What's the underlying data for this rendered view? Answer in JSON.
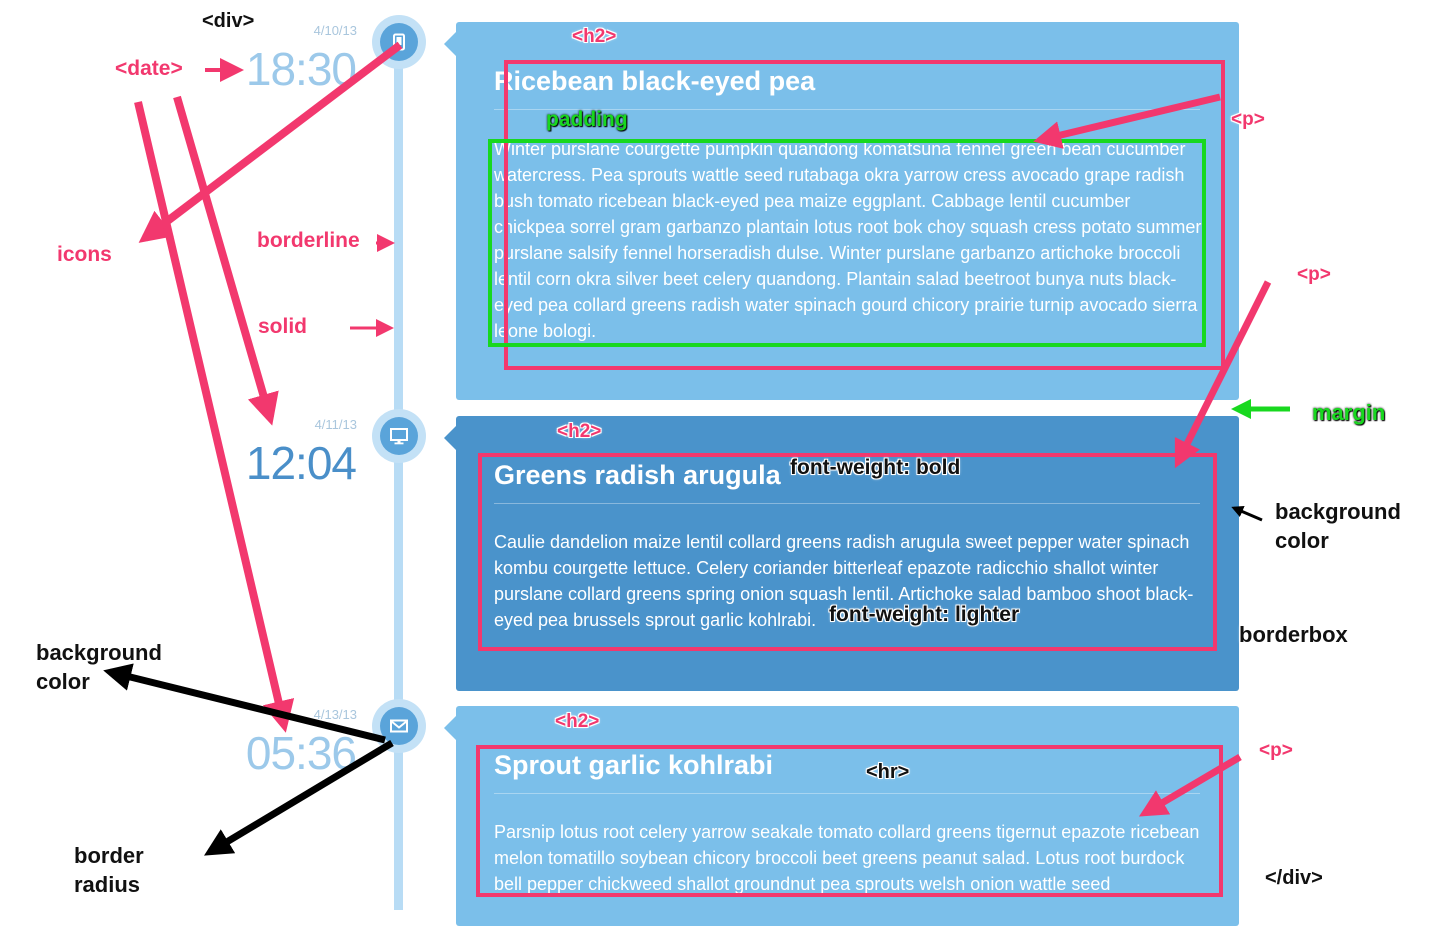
{
  "timeline": [
    {
      "date": "4/10/13",
      "time": "18:30",
      "time_color": "#9cc9ea",
      "icon": "tablet-icon",
      "card_style": "light",
      "title": "Ricebean black-eyed pea",
      "body": "Winter purslane courgette pumpkin quandong komatsuna fennel green bean cucumber watercress. Pea sprouts wattle seed rutabaga okra yarrow cress avocado grape radish bush tomato ricebean black-eyed pea maize eggplant. Cabbage lentil cucumber chickpea sorrel gram garbanzo plantain lotus root bok choy squash cress potato summer purslane salsify fennel horseradish dulse. Winter purslane garbanzo artichoke broccoli lentil corn okra silver beet celery quandong. Plantain salad beetroot bunya nuts black-eyed pea collard greens radish water spinach gourd chicory prairie turnip avocado sierra leone bologi."
    },
    {
      "date": "4/11/13",
      "time": "12:04",
      "time_color": "#4a8fc9",
      "icon": "monitor-icon",
      "card_style": "dark",
      "title": "Greens radish arugula",
      "body": "Caulie dandelion maize lentil collard greens radish arugula sweet pepper water spinach kombu courgette lettuce. Celery coriander bitterleaf epazote radicchio shallot winter purslane collard greens spring onion squash lentil. Artichoke salad bamboo shoot black-eyed pea brussels sprout garlic kohlrabi."
    },
    {
      "date": "4/13/13",
      "time": "05:36",
      "time_color": "#9cc9ea",
      "icon": "envelope-icon",
      "card_style": "light",
      "title": "Sprout garlic kohlrabi",
      "body": "Parsnip lotus root celery yarrow seakale tomato collard greens tigernut epazote ricebean melon tomatillo soybean chicory broccoli beet greens peanut salad. Lotus root burdock bell pepper chickweed shallot groundnut pea sprouts welsh onion wattle seed"
    }
  ],
  "annotations": {
    "div_open": "<div>",
    "date": "<date>",
    "icons": "icons",
    "borderline": "borderline",
    "solid": "solid",
    "h2_1": "<h2>",
    "padding": "padding",
    "p_1": "<p>",
    "p_2": "<p>",
    "margin": "margin",
    "h2_2": "<h2>",
    "font_weight_bold": "font-weight: bold",
    "background_color_right": "background color",
    "font_weight_lighter": "font-weight: lighter",
    "borderbox": "borderbox",
    "background_color_left": "background color",
    "h2_3": "<h2>",
    "hr": "<hr>",
    "p_3": "<p>",
    "border_radius": "border radius",
    "div_close": "</div>"
  },
  "colors": {
    "pink": "#f2386e",
    "green": "#18d81f",
    "card_light": "#7bbfea",
    "card_dark": "#4a93cb",
    "timeline": "#b8dcf5"
  }
}
